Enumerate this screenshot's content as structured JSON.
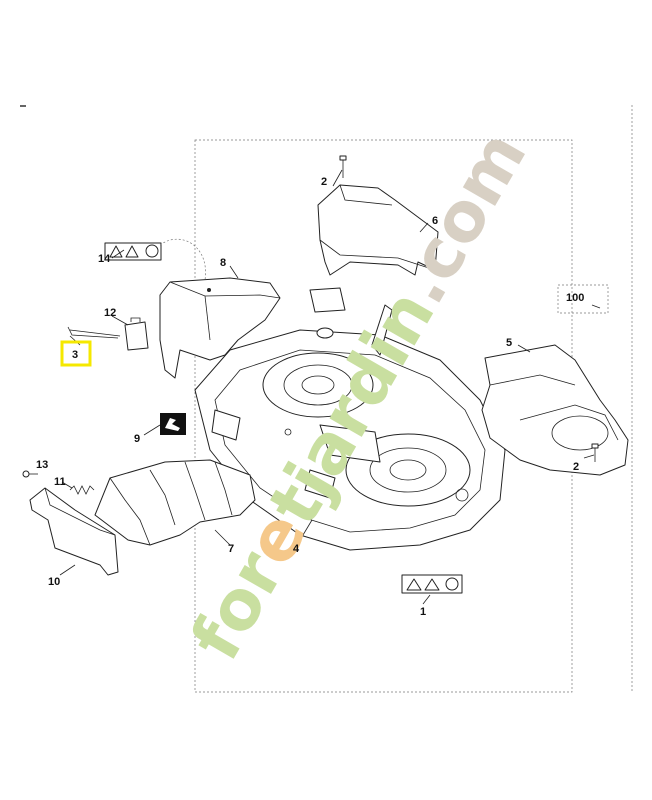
{
  "callouts": {
    "c1": "1",
    "c2a": "2",
    "c2b": "2",
    "c3": "3",
    "c4": "4",
    "c5": "5",
    "c6": "6",
    "c7": "7",
    "c8": "8",
    "c9": "9",
    "c10": "10",
    "c11": "11",
    "c12": "12",
    "c13": "13",
    "c14": "14",
    "c100": "100"
  },
  "watermark": {
    "prefix": "for",
    "accent": "e",
    "suffix": "tjardin",
    "domain": ".com",
    "color_main": "#c9dfa0",
    "color_accent": "#f5c88a",
    "color_domain": "#d8d0c4"
  },
  "highlight_color": "#f5e800"
}
